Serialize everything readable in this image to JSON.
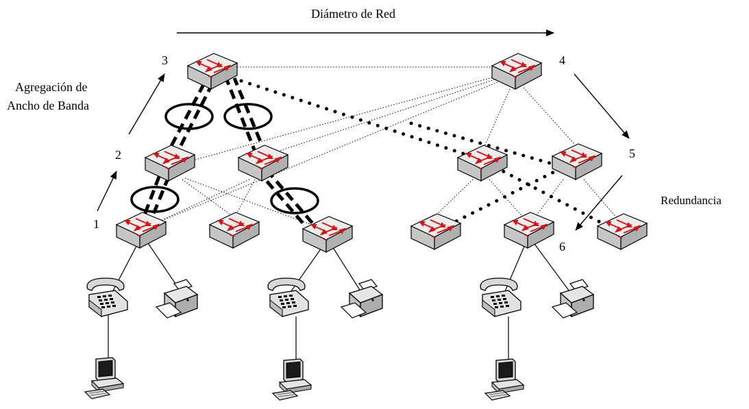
{
  "labels": {
    "diameter": "Diámetro de Red",
    "aggregation_line1": "Agregación de",
    "aggregation_line2": "Ancho de Banda",
    "redundancy": "Redundancia",
    "n1": "1",
    "n2": "2",
    "n3": "3",
    "n4": "4",
    "n5": "5",
    "n6": "6"
  },
  "colors": {
    "switch_top": "#e8e8e8",
    "switch_side": "#c8c8c8",
    "switch_front": "#b4b4b4",
    "arrow_red": "#d01818",
    "line": "#000000"
  },
  "icons": {
    "switch": "network-switch-icon",
    "phone": "telephone-icon",
    "printer": "printer-icon",
    "computer": "desktop-computer-icon"
  }
}
